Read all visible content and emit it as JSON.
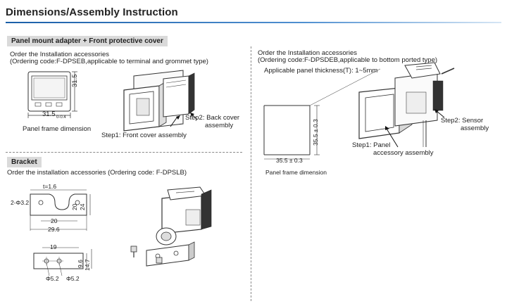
{
  "header": {
    "title": "Dimensions/Assembly Instruction"
  },
  "panel_mount": {
    "tag": "Panel mount adapter + Front protective cover",
    "order_line1": "Order the Installation accessories",
    "order_line2": "(Ordering code:F-DPSEB,applicable to terminal and grommet type)",
    "dim_height": "31.5",
    "dim_width": "31.5",
    "dim_sub": "0-0.4",
    "frame_label": "Panel frame dimension",
    "step1": "Step1: Front cover assembly",
    "step2_line1": "Step2: Back cover",
    "step2_line2": "assembly"
  },
  "bottom_port": {
    "order_line1": "Order the Installation accessories",
    "order_line2": "(Ordering code:F-DPSDEB,applicable to bottom ported type)",
    "thickness": "Applicable panel thickness(T): 1~5mm",
    "dim_height": "35.5 ± 0.3",
    "dim_width": "35.5 ± 0.3",
    "frame_label": "Panel frame dimension",
    "step1_line1": "Step1: Panel",
    "step1_line2": "accessory assembly",
    "step2_line1": "Step2: Sensor",
    "step2_line2": "assembly"
  },
  "bracket": {
    "tag": "Bracket",
    "order_line": "Order the installation accessories (Ordering code: F-DPSLB)",
    "thickness": "t=1.6",
    "hole_label": "2-Φ3.2",
    "dim_20v": "20",
    "dim_24v": "24",
    "dim_20h": "20",
    "dim_29_6": "29.6",
    "dim_19": "19",
    "dim_9_6": "9.6",
    "dim_14_7": "14.7",
    "hole_left": "Φ5.2",
    "hole_right": "Φ5.2"
  }
}
